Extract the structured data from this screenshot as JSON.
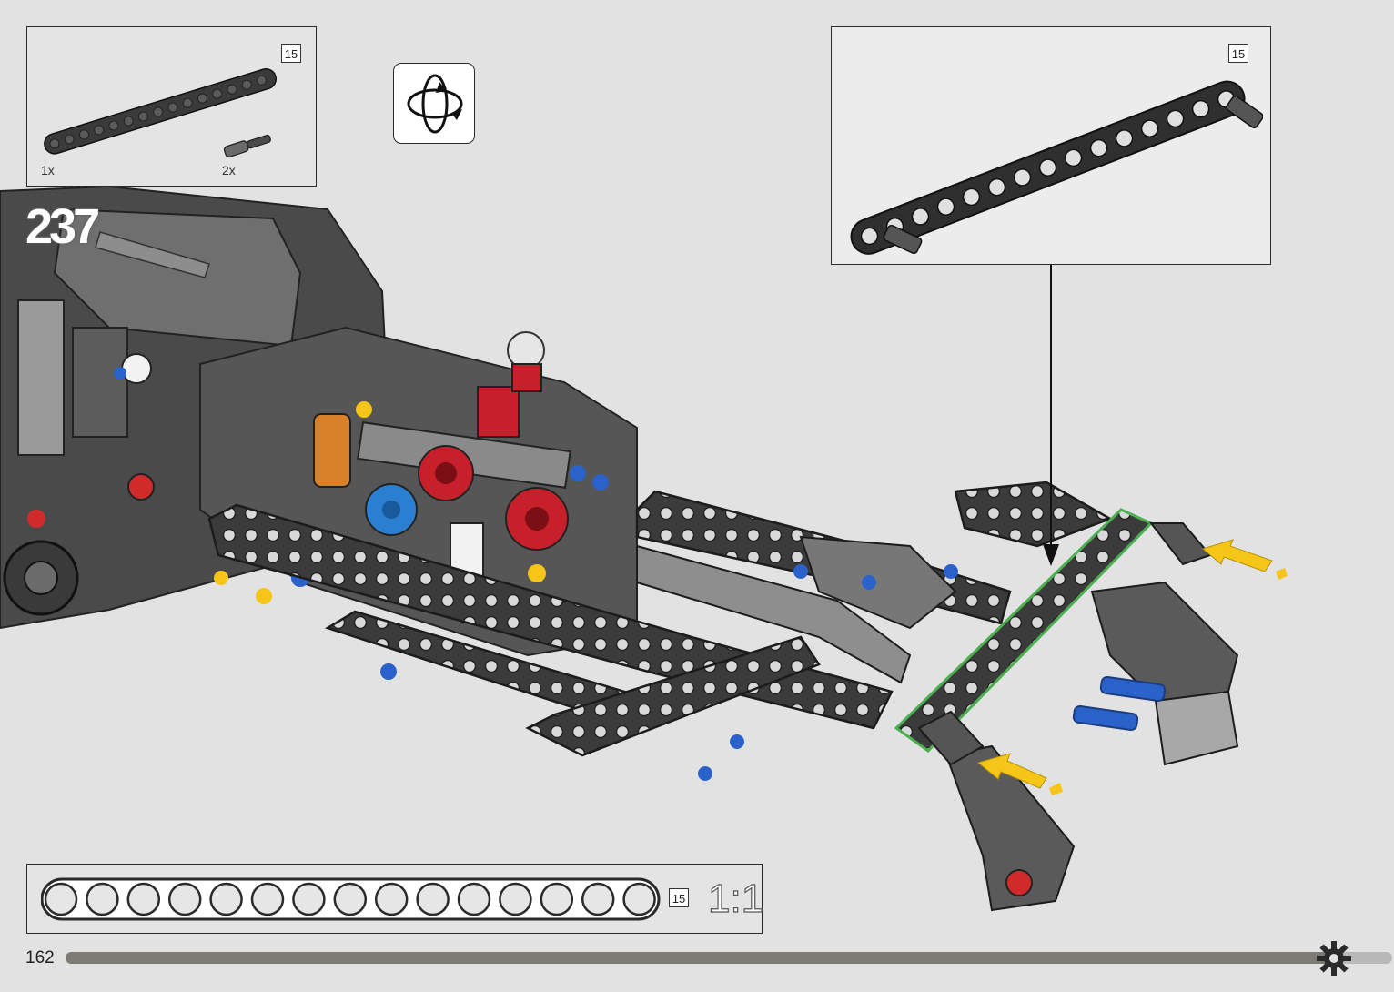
{
  "step": {
    "number": "237"
  },
  "parts_list": {
    "items": [
      {
        "name": "beam",
        "length_badge": "15",
        "quantity": "1x"
      },
      {
        "name": "axle-pin",
        "quantity": "2x"
      }
    ]
  },
  "rotate_indicator": {
    "icon": "rotate-model-icon"
  },
  "detail_callout": {
    "length_badge": "15"
  },
  "scale_reference": {
    "length_badge": "15",
    "ratio": "1:1",
    "holes": 15
  },
  "footer": {
    "page_number": "162",
    "progress": 0.955,
    "icon": "gear-icon"
  },
  "colors": {
    "background": "#e2e2e2",
    "beam": "#3a3a3a",
    "highlight_outline": "#4caf50",
    "arrow": "#f5c518",
    "accent_red": "#d12a2a",
    "accent_blue": "#2a62c9",
    "progress_fill": "#7d7b76"
  }
}
